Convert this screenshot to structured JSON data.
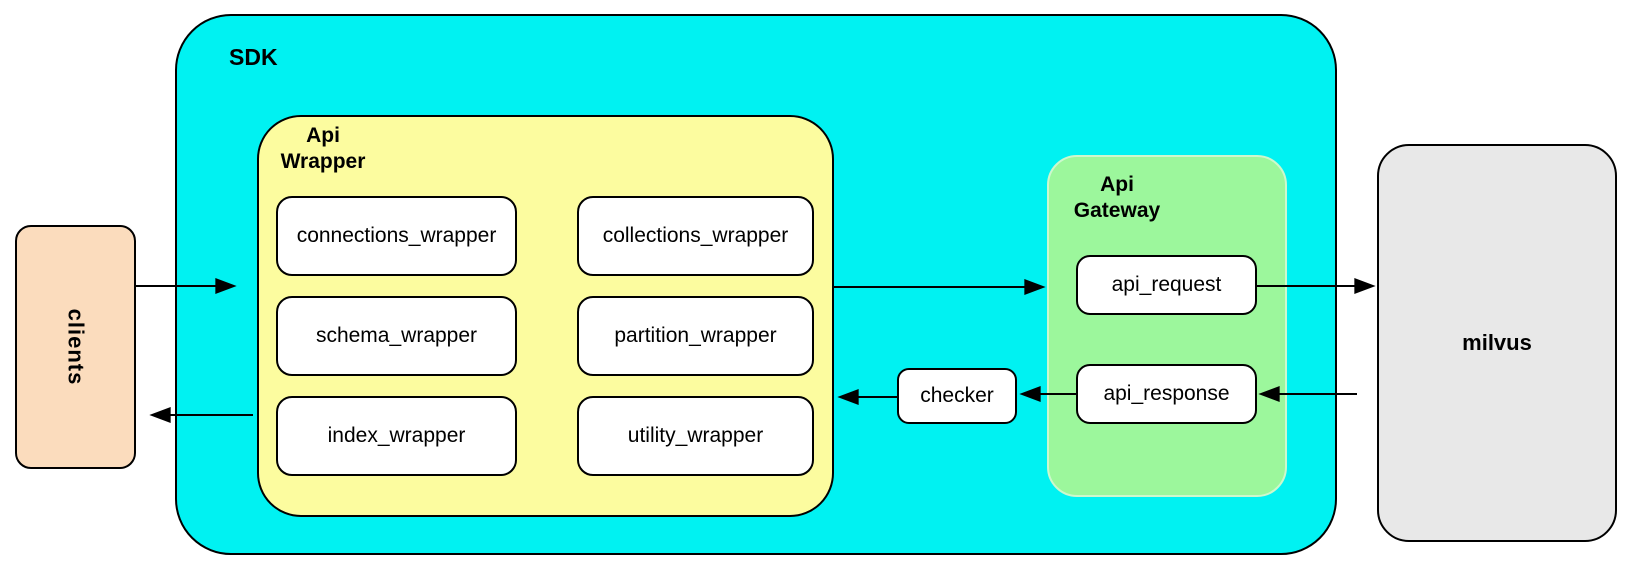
{
  "nodes": {
    "clients": {
      "label": "clients",
      "fill": "#FBDCBD"
    },
    "sdk": {
      "label": "SDK",
      "fill": "#00F2F2"
    },
    "api_wrapper": {
      "label_line1": "Api",
      "label_line2": "Wrapper",
      "fill": "#FCFC9F"
    },
    "wrappers": [
      {
        "label": "connections_wrapper"
      },
      {
        "label": "collections_wrapper"
      },
      {
        "label": "schema_wrapper"
      },
      {
        "label": "partition_wrapper"
      },
      {
        "label": "index_wrapper"
      },
      {
        "label": "utility_wrapper"
      }
    ],
    "api_gateway": {
      "label_line1": "Api",
      "label_line2": "Gateway",
      "fill": "#9CF79C"
    },
    "api_request": {
      "label": "api_request",
      "fill": "#FFFFFF"
    },
    "api_response": {
      "label": "api_response",
      "fill": "#FFFFFF"
    },
    "checker": {
      "label": "checker",
      "fill": "#FFFFFF"
    },
    "milvus": {
      "label": "milvus",
      "fill": "#E8E8E8"
    }
  },
  "edges": [
    {
      "from": "clients",
      "to": "api_wrapper"
    },
    {
      "from": "api_wrapper",
      "to": "clients"
    },
    {
      "from": "api_wrapper",
      "to": "api_gateway"
    },
    {
      "from": "api_request",
      "to": "milvus"
    },
    {
      "from": "milvus",
      "to": "api_response"
    },
    {
      "from": "api_response",
      "to": "checker"
    },
    {
      "from": "checker",
      "to": "api_wrapper"
    }
  ],
  "colors": {
    "stroke": "#000000",
    "leaf_fill": "#FFFFFF"
  }
}
